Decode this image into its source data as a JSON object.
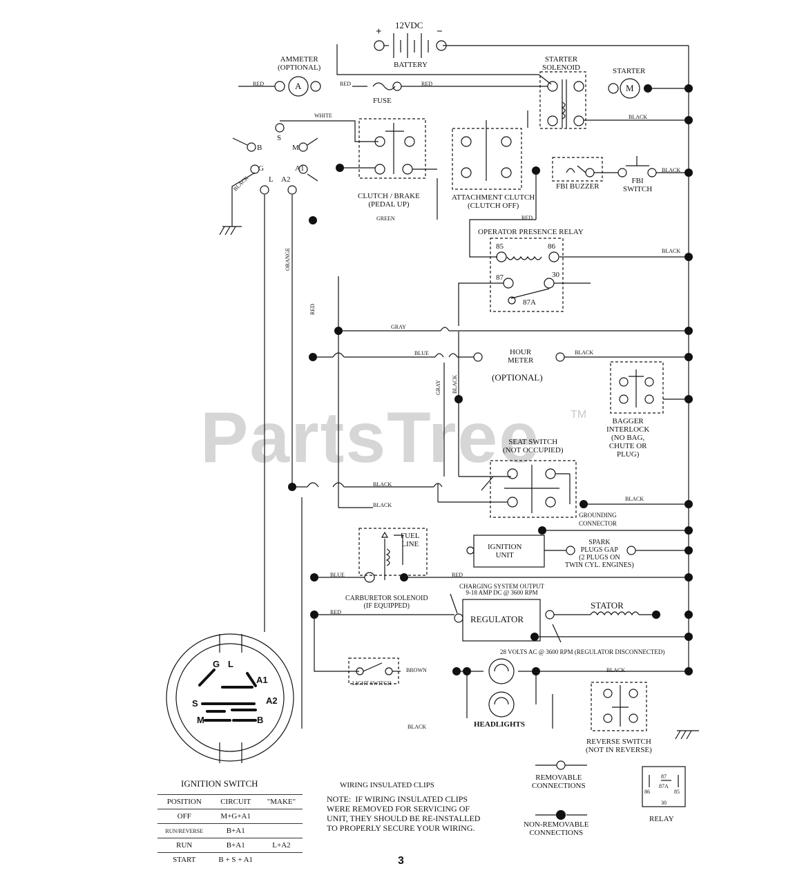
{
  "watermark": "PartsTree",
  "watermark_tm": "TM",
  "labels": {
    "battery_voltage": "12VDC",
    "plus": "+",
    "minus": "−",
    "battery": "BATTERY",
    "ammeter": "AMMETER\n(OPTIONAL)",
    "ammeter_symbol": "A",
    "starter_solenoid": "STARTER\nSOLENOID",
    "starter": "STARTER",
    "starter_symbol": "M",
    "fuse": "FUSE",
    "red_1": "RED",
    "red_2": "RED",
    "red_3": "RED",
    "white": "WHITE",
    "black_1": "BLACK",
    "black_2": "BLACK",
    "clutch_brake": "CLUTCH / BRAKE\n(PEDAL UP)",
    "attach_clutch": "ATTACHMENT CLUTCH\n(CLUTCH OFF)",
    "fbi_buzzer": "FBI BUZZER",
    "fbi_switch": "FBI\nSWITCH",
    "black_fbi": "BLACK",
    "green": "GREEN",
    "red_top": "RED",
    "opr": "OPERATOR PRESENCE RELAY",
    "t85": "85",
    "t86": "86",
    "t87": "87",
    "t30": "30",
    "t87a": "87A",
    "black_opr": "BLACK",
    "orange": "ORANGE",
    "red_v": "RED",
    "gray": "GRAY",
    "gray_v": "GRAY",
    "black_v": "BLACK",
    "blue": "BLUE",
    "hour_meter": "HOUR\nMETER",
    "optional": "(OPTIONAL)",
    "black_hm": "BLACK",
    "bagger": "BAGGER\nINTERLOCK\n(NO BAG,\nCHUTE OR\nPLUG)",
    "seat_switch": "SEAT SWITCH\n(NOT OCCUPIED)",
    "black_s1": "BLACK",
    "black_s2": "BLACK",
    "black_s3": "BLACK",
    "grounding": "GROUNDING\nCONNECTOR",
    "fuel_line": "FUEL\nLINE",
    "ignition_unit": "IGNITION\nUNIT",
    "spark": "SPARK\nPLUGS GAP\n(2 PLUGS ON\nTWIN CYL. ENGINES)",
    "blue_c": "BLUE",
    "red_c": "RED",
    "carb": "CARBURETOR SOLENOID\n(IF EQUIPPED)",
    "charging": "CHARGING SYSTEM OUTPUT\n9-18 AMP DC @ 3600 RPM",
    "regulator": "REGULATOR",
    "stator": "STATOR",
    "red_r": "RED",
    "volts": "28 VOLTS AC @ 3600 RPM (REGULATOR DISCONNECTED)",
    "light_switch": "LIGHT SWITCH",
    "brown": "BROWN",
    "black_h": "BLACK",
    "black_b": "BLACK",
    "headlights": "HEADLIGHTS",
    "reverse": "REVERSE SWITCH\n(NOT IN REVERSE)",
    "removable": "REMOVABLE\nCONNECTIONS",
    "non_removable": "NON-REMOVABLE\nCONNECTIONS",
    "relay": "RELAY",
    "relay_86": "86",
    "relay_87": "87",
    "relay_87a": "87A",
    "relay_85": "85",
    "relay_30": "30",
    "sw_B": "B",
    "sw_S": "S",
    "sw_M": "M",
    "sw_G": "G",
    "sw_A1": "A1",
    "sw_L": "L",
    "sw_A2": "A2",
    "black_sw": "BLACK",
    "isw_G": "G",
    "isw_L": "L",
    "isw_A1": "A1",
    "isw_S": "S",
    "isw_A2": "A2",
    "isw_M": "M",
    "isw_B": "B"
  },
  "ignition_table": {
    "title": "IGNITION SWITCH",
    "headers": [
      "POSITION",
      "CIRCUIT",
      "\"MAKE\""
    ],
    "rows": [
      [
        "OFF",
        "M+G+A1",
        ""
      ],
      [
        "RUN/REVERSE",
        "B+A1",
        ""
      ],
      [
        "RUN",
        "B+A1",
        "L+A2"
      ],
      [
        "START",
        "B + S + A1",
        ""
      ]
    ]
  },
  "clips_title": "WIRING INSULATED CLIPS",
  "clips_note": "NOTE:  IF WIRING INSULATED CLIPS\nWERE REMOVED FOR SERVICING OF\nUNIT, THEY SHOULD BE RE-INSTALLED\nTO PROPERLY SECURE YOUR WIRING.",
  "page_number": "3"
}
